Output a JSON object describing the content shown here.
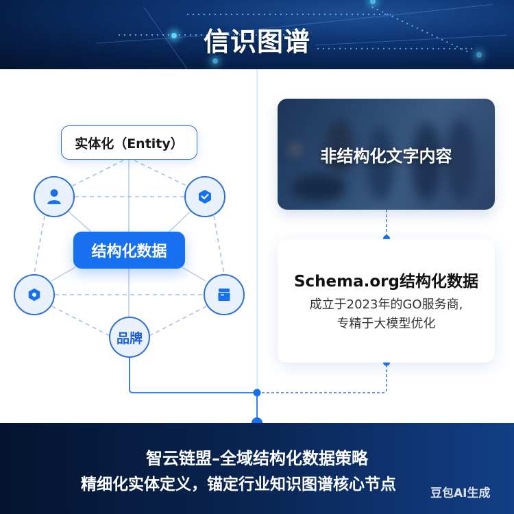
{
  "header": {
    "title": "信识图谱"
  },
  "graph": {
    "entity_label": "实体化（Entity）",
    "structured_label": "结构化数据",
    "nodes": [
      {
        "icon": "user-icon"
      },
      {
        "icon": "cube-check-icon"
      },
      {
        "icon": "hexagon-nut-icon"
      },
      {
        "icon": "archive-box-icon"
      }
    ],
    "brand_label": "品牌"
  },
  "cards": {
    "unstructured": {
      "label": "非结构化文字内容"
    },
    "schema": {
      "title": "Schema.org结构化数据",
      "desc_line1": "成立于2023年的GO服务商,",
      "desc_line2": "专精于大模型优化"
    }
  },
  "footer": {
    "line1": "智云链盟–全域结构化数据策略",
    "line2": "精细化实体定义，锚定行业知识图谱核心节点",
    "watermark": "豆包AI生成"
  },
  "colors": {
    "accent": "#1670f0",
    "node_border": "#2f6fd8",
    "header_bg": "#0e3572",
    "footer_bg": "#0a2553"
  }
}
